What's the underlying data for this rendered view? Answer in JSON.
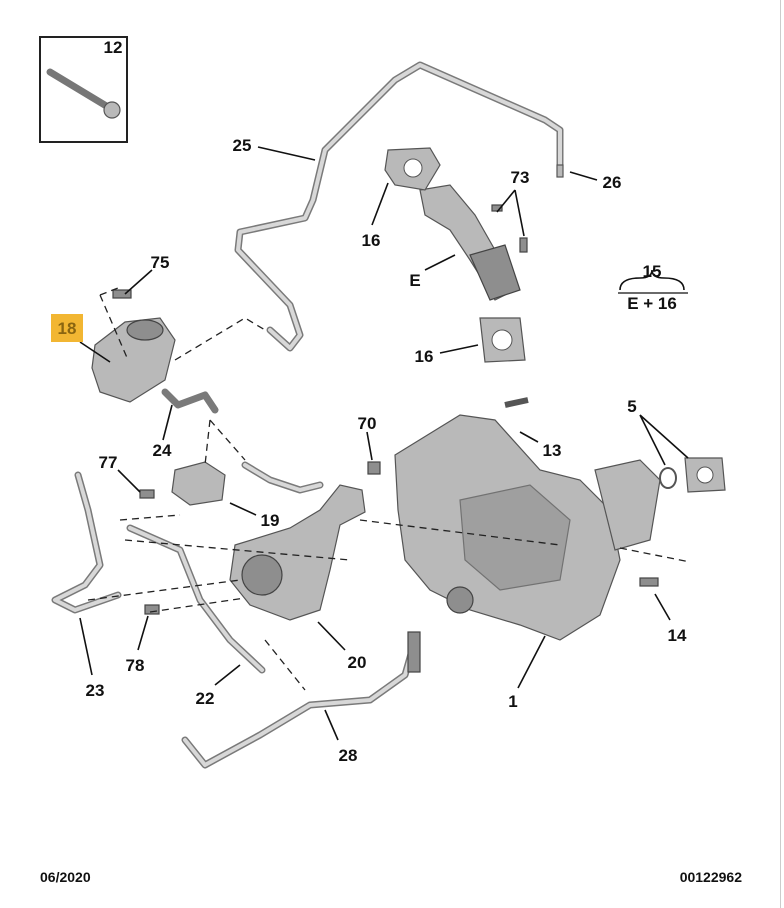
{
  "diagram": {
    "highlight_color": "#f2b632",
    "inset": {
      "label": "12"
    },
    "callouts": {
      "p12": "12",
      "p25": "25",
      "p26": "26",
      "p73": "73",
      "p16a": "16",
      "pE": "E",
      "p15": "15",
      "p15sub": "E + 16",
      "p16b": "16",
      "p75": "75",
      "p18": "18",
      "p5": "5",
      "p70": "70",
      "p13": "13",
      "p24": "24",
      "p77": "77",
      "p19": "19",
      "p23": "23",
      "p78": "78",
      "p20": "20",
      "p22": "22",
      "p28": "28",
      "p1": "1",
      "p14": "14"
    }
  },
  "footer": {
    "date": "06/2020",
    "ref": "00122962"
  }
}
